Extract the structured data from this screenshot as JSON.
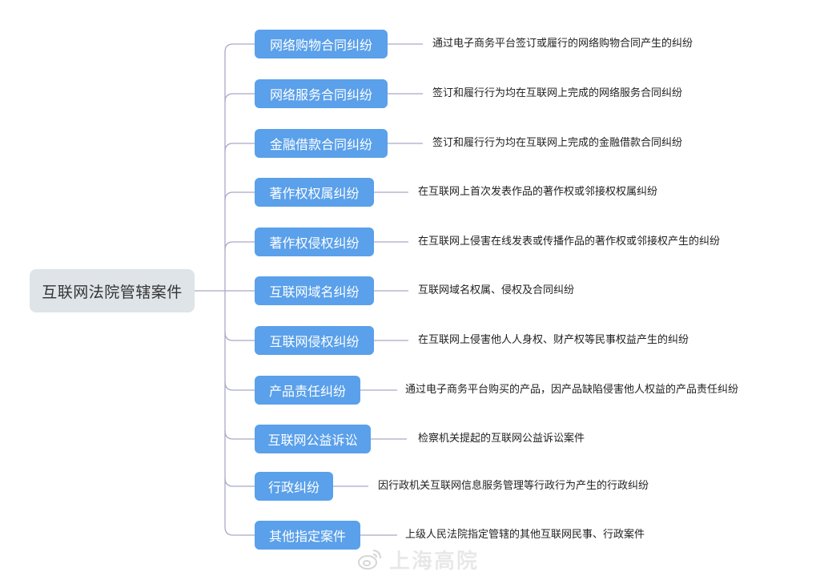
{
  "diagram": {
    "root": {
      "label": "互联网法院管辖案件"
    },
    "branches": [
      {
        "label": "网络购物合同纠纷",
        "description": "通过电子商务平台签订或履行的网络购物合同产生的纠纷"
      },
      {
        "label": "网络服务合同纠纷",
        "description": "签订和履行行为均在互联网上完成的网络服务合同纠纷"
      },
      {
        "label": "金融借款合同纠纷",
        "description": "签订和履行行为均在互联网上完成的金融借款合同纠纷"
      },
      {
        "label": "著作权权属纠纷",
        "description": "在互联网上首次发表作品的著作权或邻接权权属纠纷"
      },
      {
        "label": "著作权侵权纠纷",
        "description": "在互联网上侵害在线发表或传播作品的著作权或邻接权产生的纠纷"
      },
      {
        "label": "互联网域名纠纷",
        "description": "互联网域名权属、侵权及合同纠纷"
      },
      {
        "label": "互联网侵权纠纷",
        "description": "在互联网上侵害他人人身权、财产权等民事权益产生的纠纷"
      },
      {
        "label": "产品责任纠纷",
        "description": "通过电子商务平台购买的产品，因产品缺陷侵害他人权益的产品责任纠纷"
      },
      {
        "label": "互联网公益诉讼",
        "description": "检察机关提起的互联网公益诉讼案件"
      },
      {
        "label": "行政纠纷",
        "description": "因行政机关互联网信息服务管理等行政行为产生的行政纠纷"
      },
      {
        "label": "其他指定案件",
        "description": "上级人民法院指定管辖的其他互联网民事、行政案件"
      }
    ]
  },
  "watermark": {
    "icon": "weibo-icon",
    "text": "上海高院"
  },
  "colors": {
    "node_fill": "#5aa0ea",
    "root_fill": "#dfe4e8",
    "connector": "#a9a9c8"
  }
}
